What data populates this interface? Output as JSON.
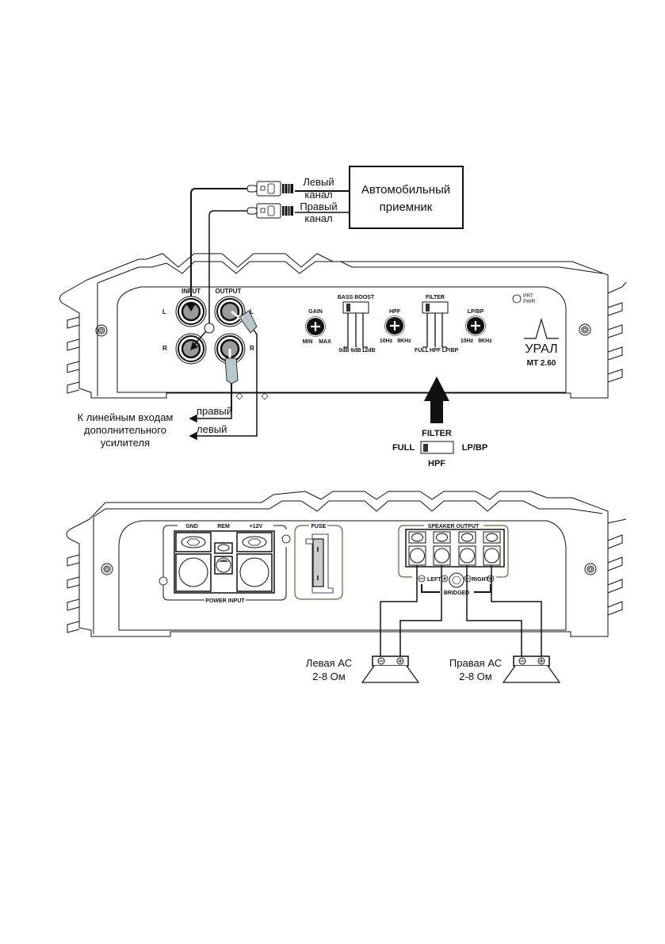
{
  "diagram": {
    "title": "Amplifier connection diagram",
    "receiver": {
      "label_line1": "Автомобильный",
      "label_line2": "приемник"
    },
    "rca_cables": [
      {
        "label_line1": "Левый",
        "label_line2": "канал"
      },
      {
        "label_line1": "Правый",
        "label_line2": "канал"
      }
    ],
    "top_panel": {
      "input_label": "INPUT",
      "output_label": "OUTPUT",
      "channel_left": "L",
      "channel_right": "R",
      "gain": {
        "label": "GAIN",
        "min": "MIN",
        "max": "MAX"
      },
      "bass_boost": {
        "label": "BASS BOOST",
        "options": [
          "0dB",
          "6dB",
          "12dB"
        ],
        "selected": "0dB"
      },
      "hpf": {
        "label": "HPF",
        "min": "10Hz",
        "max": "8KHz"
      },
      "filter": {
        "label": "FILTER",
        "options": [
          "FULL",
          "HPF",
          "LP/BP"
        ],
        "selected": "FULL"
      },
      "lpbp": {
        "label": "LP/BP",
        "min": "10Hz",
        "max": "8KHz"
      },
      "led_label_1": "PRT",
      "led_label_2": "PWR",
      "brand": "УРАЛ",
      "model": "MT 2.60"
    },
    "output_notes": {
      "right": "правый",
      "left": "левый",
      "desc_line1": "К линейным входам",
      "desc_line2": "дополнительного",
      "desc_line3": "усилителя"
    },
    "filter_callout": {
      "title": "FILTER",
      "left": "FULL",
      "right": "LP/BP",
      "bottom": "HPF"
    },
    "bottom_panel": {
      "power": {
        "gnd": "GND",
        "rem": "REM",
        "v12": "+12V",
        "title": "POWER INPUT"
      },
      "fuse": "FUSE",
      "speaker_output": "SPEAKER OUTPUT",
      "left": "LEFT",
      "right": "RIGHT",
      "bridged": "BRIDGED",
      "accent_color": "#5a6a3a"
    },
    "speakers": [
      {
        "label_line1": "Левая АС",
        "label_line2": "2-8 Ом"
      },
      {
        "label_line1": "Правая АС",
        "label_line2": "2-8 Ом"
      }
    ]
  }
}
